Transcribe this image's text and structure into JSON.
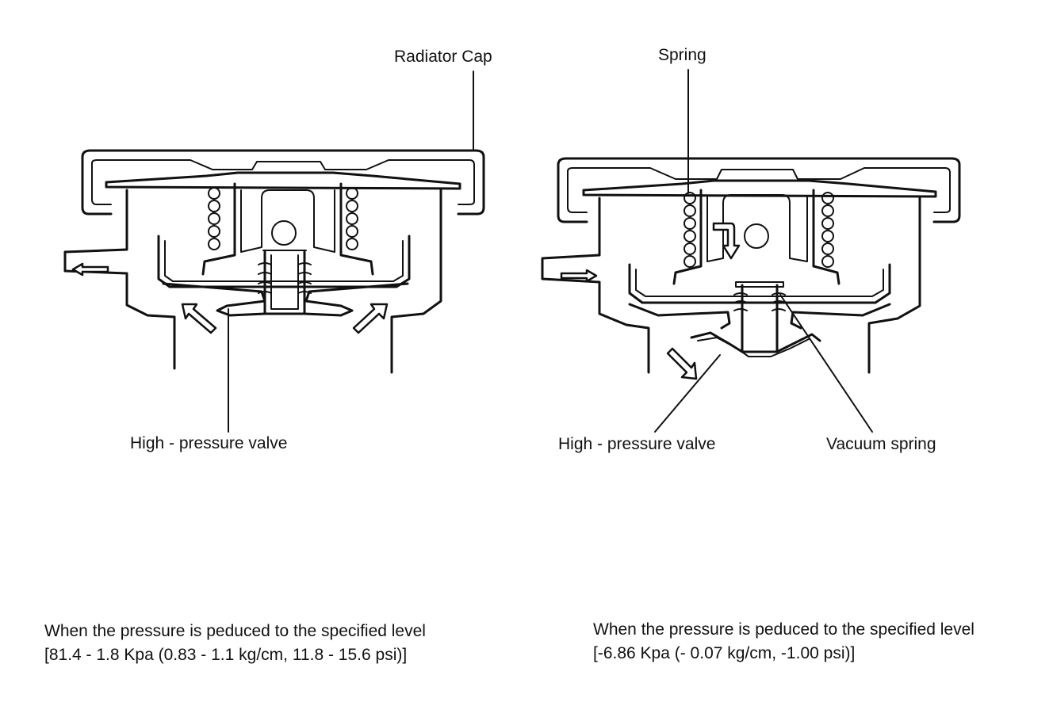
{
  "left_panel": {
    "label_radiator_cap": "Radiator Cap",
    "label_valve": "High -  pressure valve",
    "caption_line1": "When the pressure is peduced to the specified level",
    "caption_line2": "[81.4 - 1.8 Kpa (0.83 - 1.1 kg/cm, 11.8 - 15.6 psi)]"
  },
  "right_panel": {
    "label_spring": "Spring",
    "label_valve": "High -  pressure valve",
    "label_vacuum_spring": "Vacuum spring",
    "caption_line1": "When the pressure is peduced to the specified level",
    "caption_line2": "[-6.86 Kpa (- 0.07 kg/cm, -1.00 psi)]"
  }
}
